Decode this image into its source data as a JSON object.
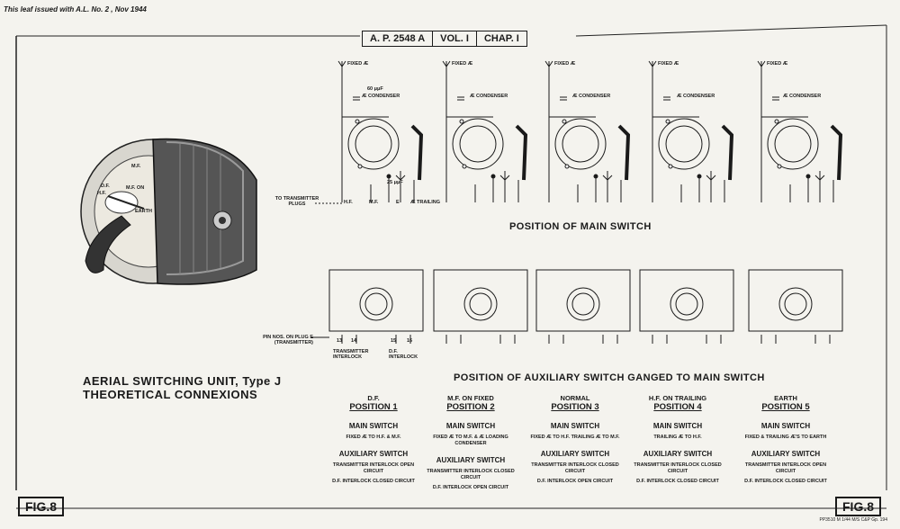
{
  "leaf_note": "This leaf issued with A.L. No. 2 , Nov 1944",
  "ref_box": [
    "A. P. 2548 A",
    "VOL. I",
    "CHAP. I"
  ],
  "fig_left": "FIG.8",
  "fig_right": "FIG.8",
  "title_line1": "AERIAL SWITCHING UNIT, Type J",
  "title_line2": "THEORETICAL CONNEXIONS",
  "main_switch_title": "POSITION OF MAIN SWITCH",
  "aux_switch_title": "POSITION OF AUXILIARY SWITCH GANGED TO MAIN SWITCH",
  "to_transmitter": "TO TRANSMITTER PLUGS",
  "pin_nos": "PIN NOS. ON PLUG E (TRANSMITTER)",
  "photo_labels": {
    "df": "D.F.",
    "mf": "M.F.",
    "hf": "H.F.",
    "mf_on": "M.F. ON",
    "earth": "EARTH"
  },
  "diagram_labels": {
    "fixed": "FIXED Æ",
    "condenser_value": "60 μμF",
    "condenser": "Æ CONDENSER",
    "small_cap": "25 μμF",
    "hf": "H.F.",
    "mf": "M.F.",
    "e": "E",
    "trailing": "Æ TRAILING",
    "pin13": "13",
    "pin14": "14",
    "pin15": "15",
    "pin16": "16",
    "tx_interlock": "TRANSMITTER INTERLOCK",
    "df_interlock": "D.F. INTERLOCK"
  },
  "positions": [
    {
      "sub": "D.F.",
      "pos": "POSITION 1",
      "main": "MAIN SWITCH",
      "main_detail": "FIXED Æ TO H.F. & M.F.",
      "aux": "AUXILIARY SWITCH",
      "aux_detail1": "TRANSMITTER INTERLOCK OPEN CIRCUIT",
      "aux_detail2": "D.F. INTERLOCK CLOSED CIRCUIT"
    },
    {
      "sub": "M.F. ON FIXED",
      "pos": "POSITION 2",
      "main": "MAIN SWITCH",
      "main_detail": "FIXED Æ TO M.F. & Æ LOADING CONDENSER",
      "aux": "AUXILIARY SWITCH",
      "aux_detail1": "TRANSMITTER INTERLOCK CLOSED CIRCUIT",
      "aux_detail2": "D.F. INTERLOCK OPEN CIRCUIT"
    },
    {
      "sub": "NORMAL",
      "pos": "POSITION 3",
      "main": "MAIN SWITCH",
      "main_detail": "FIXED Æ TO H.F. TRAILING Æ TO M.F.",
      "aux": "AUXILIARY SWITCH",
      "aux_detail1": "TRANSMITTER INTERLOCK CLOSED CIRCUIT",
      "aux_detail2": "D.F. INTERLOCK OPEN CIRCUIT"
    },
    {
      "sub": "H.F. ON TRAILING",
      "pos": "POSITION 4",
      "main": "MAIN SWITCH",
      "main_detail": "TRAILING Æ TO H.F.",
      "aux": "AUXILIARY SWITCH",
      "aux_detail1": "TRANSMITTER INTERLOCK CLOSED CIRCUIT",
      "aux_detail2": "D.F. INTERLOCK CLOSED CIRCUIT"
    },
    {
      "sub": "EARTH",
      "pos": "POSITION 5",
      "main": "MAIN SWITCH",
      "main_detail": "FIXED & TRAILING Æ'S TO EARTH",
      "aux": "AUXILIARY SWITCH",
      "aux_detail1": "TRANSMITTER INTERLOCK OPEN CIRCUIT",
      "aux_detail2": "D.F. INTERLOCK CLOSED CIRCUIT"
    }
  ],
  "footer": "PP3510 M 1/44 M/S C&P Gp. 194"
}
